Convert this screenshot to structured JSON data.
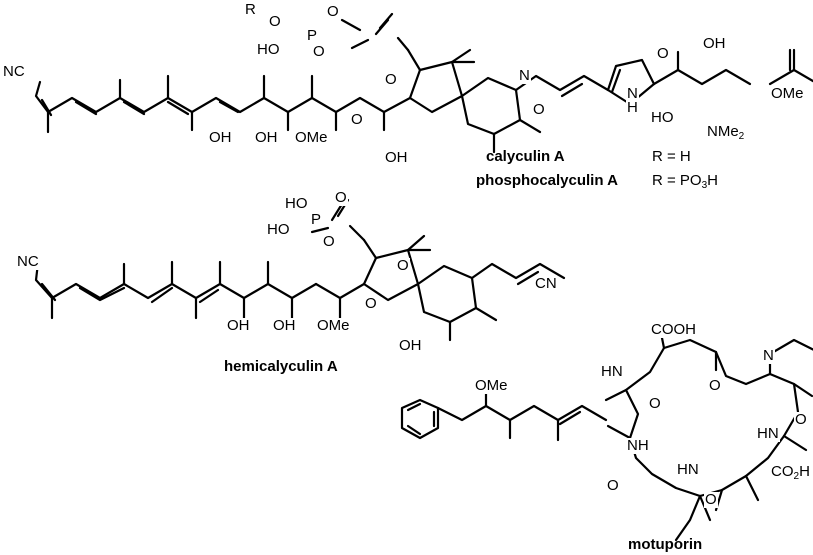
{
  "compounds": {
    "calyculin": {
      "name": "calyculin A",
      "r_def": "R = H",
      "phospho_name": "phosphocalyculin A",
      "phospho_r_prefix": "R = PO",
      "phospho_r_sub": "3",
      "phospho_r_suffix": "H"
    },
    "hemicalyculin": {
      "name": "hemicalyculin A"
    },
    "motuporin": {
      "name": "motuporin"
    }
  },
  "atoms": {
    "cal": {
      "r": "R",
      "o_ester": "O",
      "p": "P",
      "o_top": "O",
      "ho": "HO",
      "o_link": "O",
      "nc": "NC",
      "o_ring": "O",
      "o_furan": "O",
      "n_ox": "N",
      "o_ox": "O",
      "oh1": "OH",
      "oh2": "OH",
      "ome": "OMe",
      "oh3": "OH",
      "nh_amide": "N",
      "h_amide": "H",
      "o_amide": "O",
      "oh4": "OH",
      "ome2": "OMe",
      "ho2": "HO",
      "nme2": "NMe",
      "nme2_sub": "2"
    },
    "hemi": {
      "ho1": "HO",
      "o_top": "O",
      "p": "P",
      "ho2": "HO",
      "o_link": "O",
      "nc": "NC",
      "o_ring": "O",
      "o_furan": "O",
      "cn": "CN",
      "oh1": "OH",
      "oh2": "OH",
      "ome": "OMe",
      "oh3": "OH"
    },
    "mot": {
      "cooh": "COOH",
      "n_me": "N",
      "hn1": "HN",
      "o1": "O",
      "o2": "O",
      "ome": "OMe",
      "o3": "O",
      "nh2": "NH",
      "hn3": "HN",
      "co2h": "CO",
      "co2h_sub": "2",
      "co2h_suffix": "H",
      "hn4": "HN",
      "o4": "O",
      "o5": "O"
    }
  }
}
